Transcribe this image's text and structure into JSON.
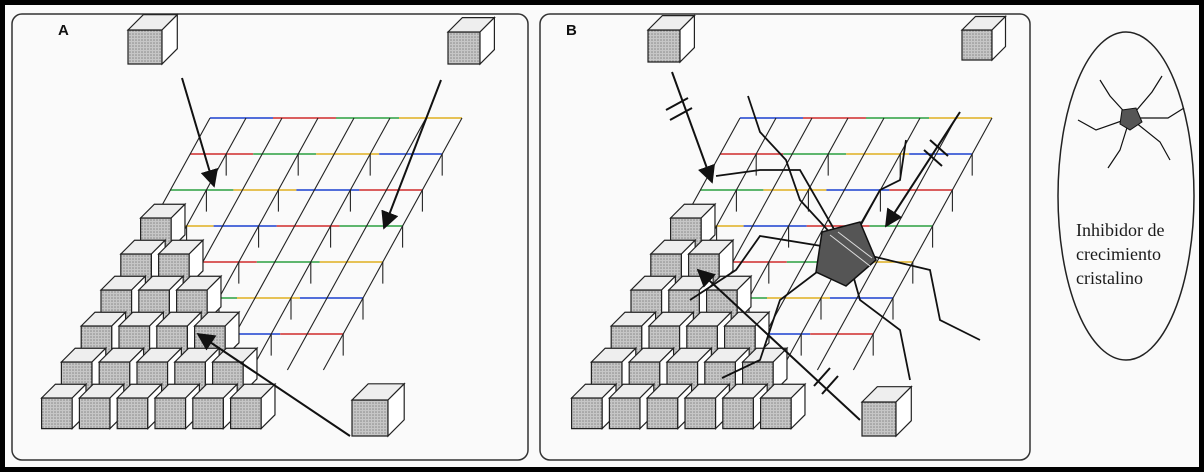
{
  "panels": [
    {
      "letter": "A"
    },
    {
      "letter": "B"
    }
  ],
  "inset": {
    "label_lines": [
      "Inhibidor de",
      "crecimiento",
      "cristalino"
    ]
  },
  "colors": {
    "stroke": "#222222",
    "cube_face_fill": "#cfcfcf",
    "cube_top_fill": "#eeeeee",
    "inhibitor_fill": "#555555",
    "edge_palette": [
      "#1a3fd0",
      "#d02a2a",
      "#2aa040",
      "#e0b020"
    ]
  },
  "icons": {
    "arrow": "arrowhead",
    "block_mark": "double-bar-crossing"
  }
}
